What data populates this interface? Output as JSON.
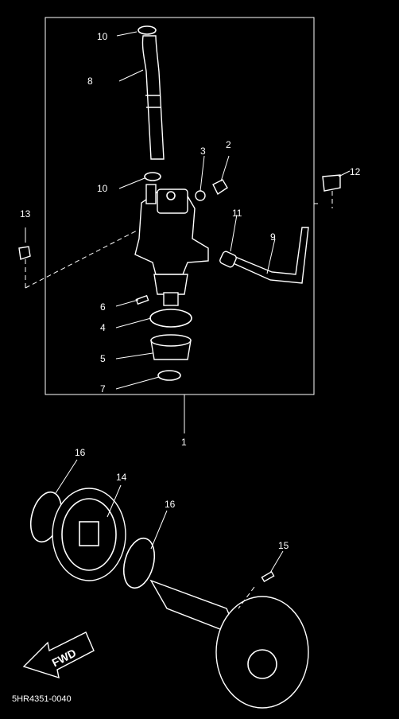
{
  "callouts": [
    {
      "id": "10a",
      "text": "10"
    },
    {
      "id": "8",
      "text": "8"
    },
    {
      "id": "3",
      "text": "3"
    },
    {
      "id": "2",
      "text": "2"
    },
    {
      "id": "10b",
      "text": "10"
    },
    {
      "id": "12",
      "text": "12"
    },
    {
      "id": "13",
      "text": "13"
    },
    {
      "id": "11",
      "text": "11"
    },
    {
      "id": "9",
      "text": "9"
    },
    {
      "id": "6",
      "text": "6"
    },
    {
      "id": "4",
      "text": "4"
    },
    {
      "id": "5",
      "text": "5"
    },
    {
      "id": "7",
      "text": "7"
    },
    {
      "id": "1",
      "text": "1"
    },
    {
      "id": "16a",
      "text": "16"
    },
    {
      "id": "14",
      "text": "14"
    },
    {
      "id": "16b",
      "text": "16"
    },
    {
      "id": "15",
      "text": "15"
    }
  ],
  "fwd_label": "FWD",
  "diagram_code": "5HR4351-0040"
}
